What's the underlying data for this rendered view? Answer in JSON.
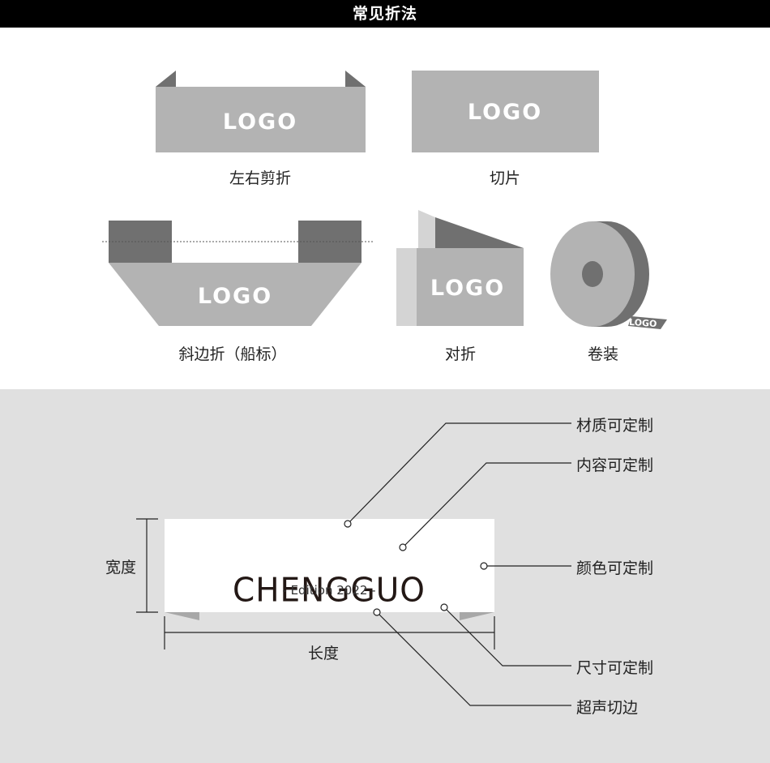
{
  "header": {
    "title": "常见折法"
  },
  "folds": [
    {
      "label": "左右剪折",
      "logo": "LOGO"
    },
    {
      "label": "切片",
      "logo": "LOGO"
    },
    {
      "label": "斜边折（船标）",
      "logo": "LOGO"
    },
    {
      "label": "对折",
      "logo": "LOGO"
    },
    {
      "label": "卷装",
      "logo": "LOGO"
    }
  ],
  "spec": {
    "brand": "CHENGGUO",
    "edition": "- Edition 2022 -",
    "width_label": "宽度",
    "length_label": "长度",
    "callouts": [
      "材质可定制",
      "内容可定制",
      "颜色可定制",
      "尺寸可定制",
      "超声切边"
    ]
  },
  "colors": {
    "label_fill": "#b3b3b3",
    "dark_fold": "#707070",
    "light_fold": "#d4d4d4",
    "panel_bg": "#e0e0e0"
  }
}
